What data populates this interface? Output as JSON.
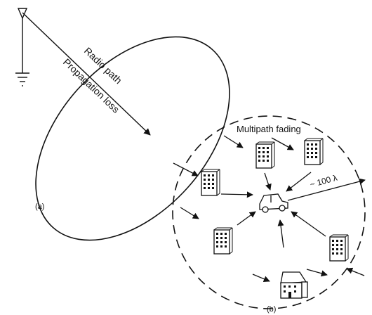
{
  "labels": {
    "radio_path": "Radio path",
    "propagation_loss": "Propagation loss",
    "multipath_fading": "Multipath fading",
    "distance": "~ 100 λ",
    "part_a": "(a)",
    "part_b": "(b)"
  },
  "colors": {
    "ink": "#111111",
    "paper": "#ffffff"
  },
  "icons": [
    "antenna-icon",
    "ground-icon",
    "car-icon",
    "building-icon",
    "house-icon"
  ]
}
